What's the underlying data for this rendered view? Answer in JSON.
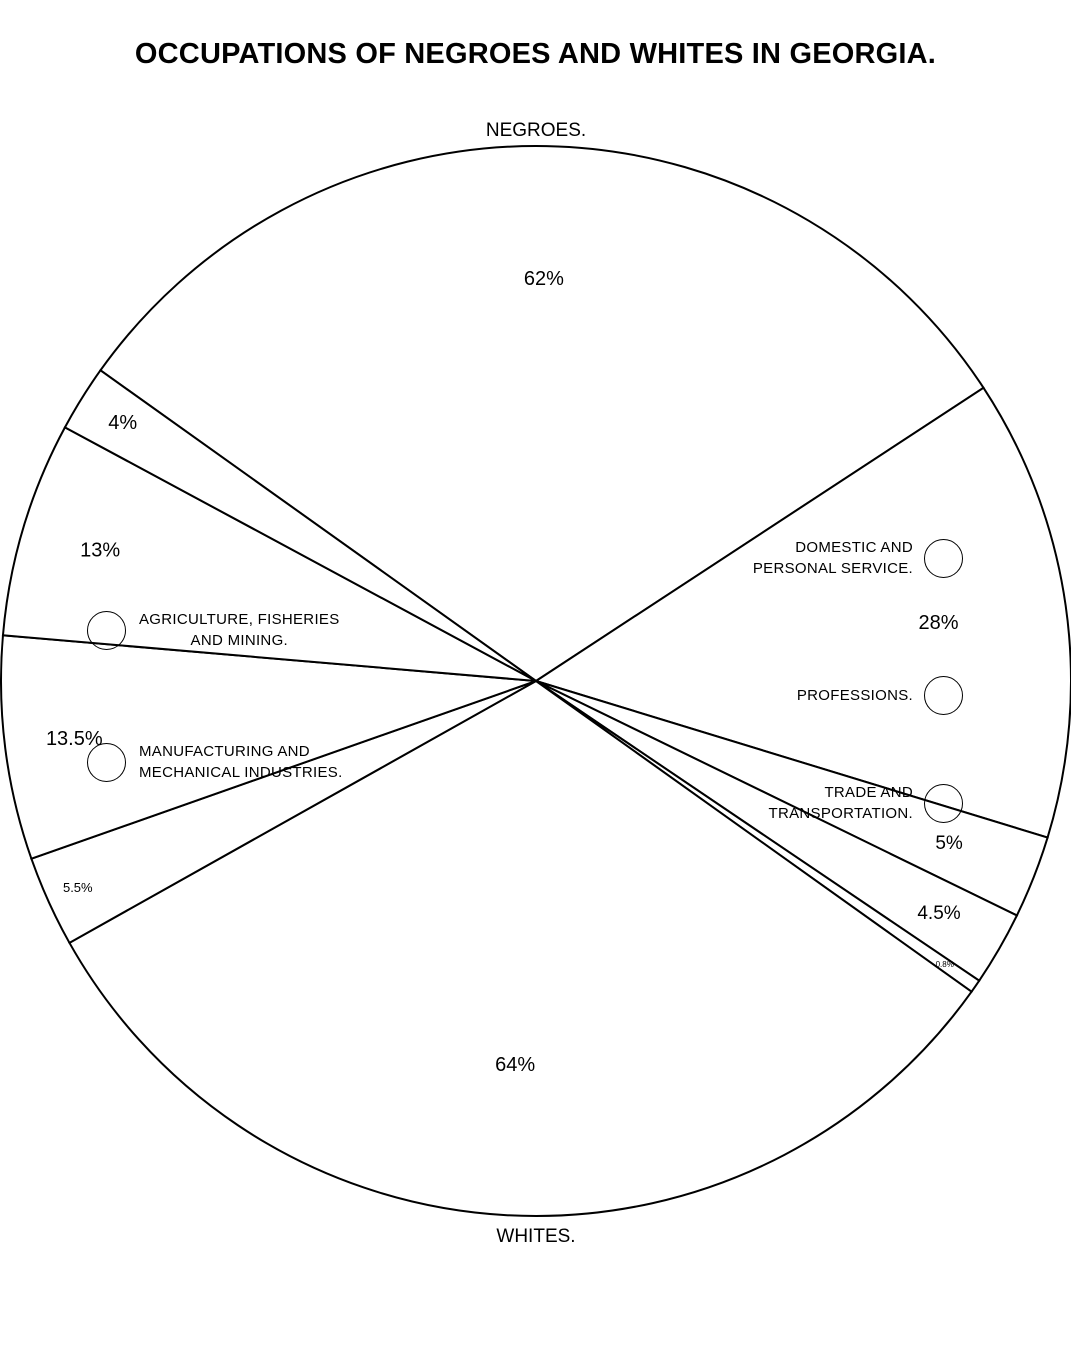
{
  "title": "OCCUPATIONS OF NEGROES AND WHITES IN GEORGIA.",
  "chart_data": {
    "type": "pie",
    "title": "OCCUPATIONS OF NEGROES AND WHITES IN GEORGIA.",
    "categories": [
      "AGRICULTURE, FISHERIES AND MINING.",
      "DOMESTIC AND PERSONAL SERVICE.",
      "MANUFACTURING AND MECHANICAL INDUSTRIES.",
      "TRADE AND TRANSPORTATION.",
      "PROFESSIONS."
    ],
    "series": [
      {
        "name": "NEGROES.",
        "values": [
          62,
          28,
          5,
          4.5,
          0.8
        ],
        "labels": [
          "62%",
          "28%",
          "5%",
          "4.5%",
          "0.8%"
        ]
      },
      {
        "name": "WHITES.",
        "values": [
          64,
          5.5,
          13.5,
          13,
          4
        ],
        "labels": [
          "64%",
          "5.5%",
          "13.5%",
          "13%",
          "4%"
        ]
      }
    ],
    "fill_color": "#ffffff",
    "stroke_color": "#000000"
  },
  "legend": {
    "agriculture": "AGRICULTURE, FISHERIES\nAND MINING.",
    "manufacturing": "MANUFACTURING AND\nMECHANICAL INDUSTRIES.",
    "domestic": "DOMESTIC AND\nPERSONAL SERVICE.",
    "professions": "PROFESSIONS.",
    "trade": "TRADE AND\nTRANSPORTATION."
  }
}
